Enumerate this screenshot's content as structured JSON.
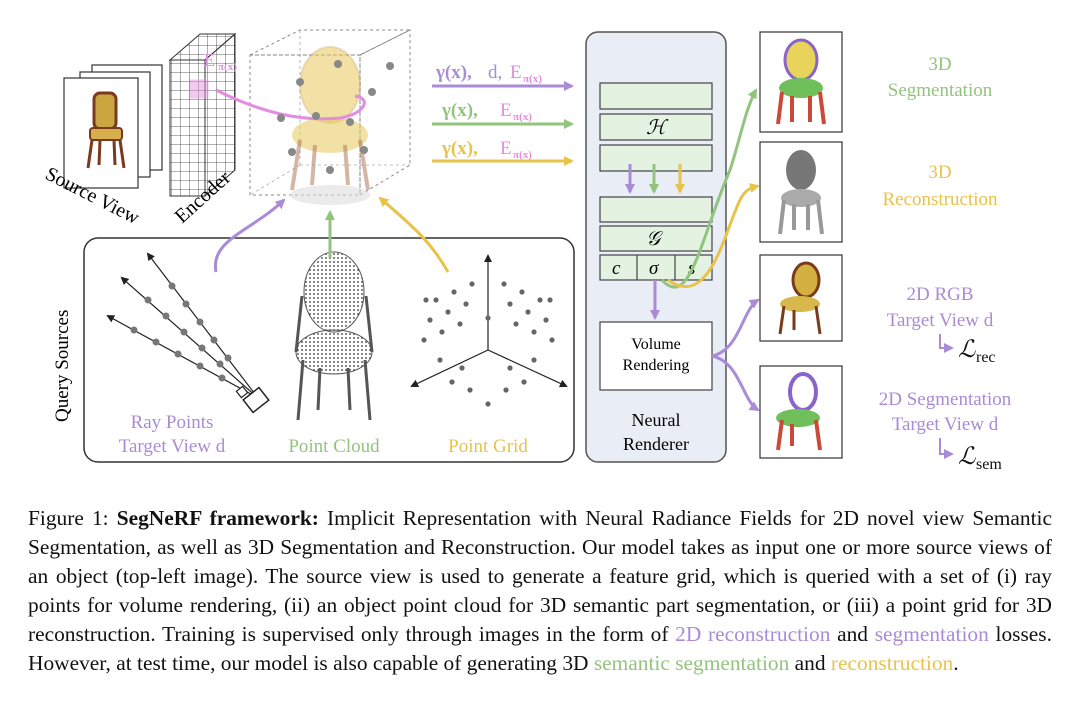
{
  "diagram": {
    "source_view_label": "Source View",
    "encoder_label": "Encoder",
    "feature_label": "E",
    "feature_sub": "π(x)",
    "inputs": [
      {
        "gamma": "γ(x),",
        "extra": "d,",
        "feat": "E",
        "sub": "π(x)",
        "color": "#a98bd6"
      },
      {
        "gamma": "γ(x),",
        "extra": "",
        "feat": "E",
        "sub": "π(x)",
        "color": "#93c47d"
      },
      {
        "gamma": "γ(x),",
        "extra": "",
        "feat": "E",
        "sub": "π(x)",
        "color": "#e8c34a"
      }
    ],
    "renderer": {
      "h_label": "ℋ",
      "g_label": "𝒢",
      "c_label": "c",
      "sigma_label": "σ",
      "s_label": "s",
      "volume_line1": "Volume",
      "volume_line2": "Rendering",
      "title_line1": "Neural",
      "title_line2": "Renderer"
    },
    "query_sources_label": "Query Sources",
    "ray_label_1": "Ray Points",
    "ray_label_2": "Target View d",
    "cloud_label": "Point Cloud",
    "grid_label": "Point Grid",
    "outputs": {
      "seg3d_1": "3D",
      "seg3d_2": "Segmentation",
      "rec3d_1": "3D",
      "rec3d_2": "Reconstruction",
      "rgb_1": "2D RGB",
      "rgb_2": "Target View d",
      "loss_rec": "ℒ",
      "loss_rec_sub": "rec",
      "seg2d_1": "2D Segmentation",
      "seg2d_2": "Target View d",
      "loss_sem": "ℒ",
      "loss_sem_sub": "sem"
    },
    "colors": {
      "purple": "#a98bd6",
      "green": "#93c47d",
      "yellow": "#e8c34a",
      "pink": "#e38ce0"
    }
  },
  "caption": {
    "prefix": "Figure 1:",
    "bold": "SegNeRF framework:",
    "text_1": "Implicit Representation with Neural Radiance Fields for 2D novel view Semantic Segmentation, as well as 3D Segmentation and Reconstruction. Our model takes as input one or more source views of an object (top-left image). The source view is used to generate a feature grid, which is queried with a set of (i) ray points for volume rendering, (ii) an object point cloud for 3D semantic part segmentation, or (iii) a point grid for 3D reconstruction. Training is supervised only through images in the form of",
    "purple_1": "2D reconstruction",
    "and_1": "and",
    "purple_2": "segmentation",
    "text_2": "losses. However, at test time, our model is also capable of generating 3D",
    "green": "semantic segmentation",
    "and_2": "and",
    "yellow": "reconstruction",
    "end": "."
  }
}
